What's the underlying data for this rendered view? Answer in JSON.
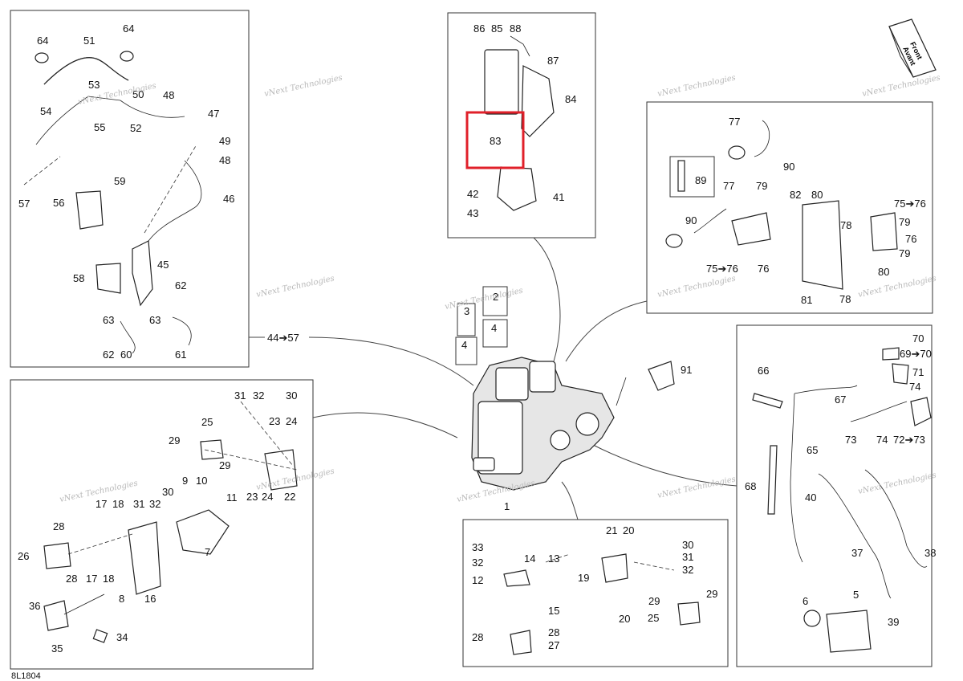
{
  "diagram_code": "8L1804",
  "direction_badge": {
    "line1": "Front",
    "line2": "Avant"
  },
  "watermark": {
    "line1": "vNext",
    "line2": "Technologies",
    "single": "vNext Technologies"
  },
  "arrow_group_label": "44➔57",
  "highlighted_part": "83",
  "labels": {
    "p1": "1",
    "p2": "2",
    "p3": "3",
    "p4a": "4",
    "p4b": "4",
    "p5": "5",
    "p6": "6",
    "p7": "7",
    "p8": "8",
    "p9": "9",
    "p10": "10",
    "p11": "11",
    "p12": "12",
    "p13": "13",
    "p14": "14",
    "p15": "15",
    "p16": "16",
    "p17a": "17",
    "p17b": "17",
    "p18a": "18",
    "p18b": "18",
    "p19": "19",
    "p20a": "20",
    "p20b": "20",
    "p21": "21",
    "p22": "22",
    "p23a": "23",
    "p23b": "23",
    "p24a": "24",
    "p24b": "24",
    "p25a": "25",
    "p25b": "25",
    "p26": "26",
    "p27": "27",
    "p28a": "28",
    "p28b": "28",
    "p28c": "28",
    "p28d": "28",
    "p29a": "29",
    "p29b": "29",
    "p29c": "29",
    "p29d": "29",
    "p30a": "30",
    "p30b": "30",
    "p30c": "30",
    "p31a": "31",
    "p31b": "31",
    "p31c": "31",
    "p32a": "32",
    "p32b": "32",
    "p32c": "32",
    "p32d": "32",
    "p33": "33",
    "p34": "34",
    "p35": "35",
    "p36": "36",
    "p37": "37",
    "p38": "38",
    "p39": "39",
    "p40": "40",
    "p41": "41",
    "p42": "42",
    "p43": "43",
    "p45": "45",
    "p46": "46",
    "p47": "47",
    "p48a": "48",
    "p48b": "48",
    "p49": "49",
    "p50": "50",
    "p51": "51",
    "p52": "52",
    "p53": "53",
    "p54": "54",
    "p55": "55",
    "p56": "56",
    "p57": "57",
    "p58": "58",
    "p59": "59",
    "p60": "60",
    "p61": "61",
    "p62a": "62",
    "p62b": "62",
    "p63a": "63",
    "p63b": "63",
    "p64a": "64",
    "p64b": "64",
    "p65": "65",
    "p66": "66",
    "p67": "67",
    "p68": "68",
    "p69": "69➔70",
    "p70": "70",
    "p71": "71",
    "p72": "72➔73",
    "p73": "73",
    "p74a": "74",
    "p74b": "74",
    "p75a": "75➔76",
    "p75b": "75➔76",
    "p76a": "76",
    "p76b": "76",
    "p77a": "77",
    "p77b": "77",
    "p78a": "78",
    "p78b": "78",
    "p79a": "79",
    "p79b": "79",
    "p79c": "79",
    "p80a": "80",
    "p80b": "80",
    "p81": "81",
    "p82": "82",
    "p83": "83",
    "p84": "84",
    "p85": "85",
    "p86": "86",
    "p87": "87",
    "p88": "88",
    "p89": "89",
    "p90a": "90",
    "p90b": "90",
    "p91": "91"
  }
}
